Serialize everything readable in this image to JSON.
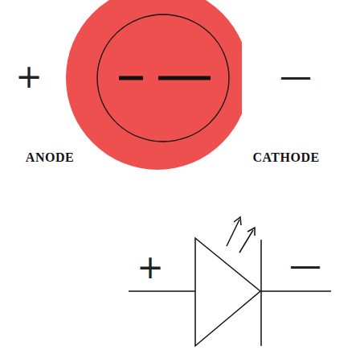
{
  "diagram": {
    "labels": [
      "+",
      "—",
      "ANODE",
      "CATHODE",
      "+",
      "—"
    ]
  }
}
